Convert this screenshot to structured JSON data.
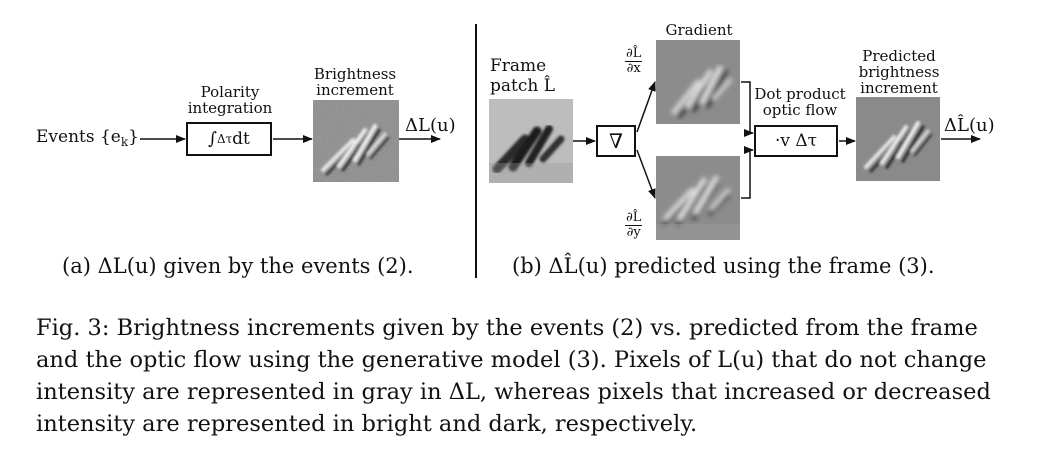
{
  "panel_a": {
    "input_label": "Events {e_k}",
    "input_label_prefix": "Events {e",
    "input_label_sub": "k",
    "input_label_suffix": "}",
    "block_title_line1": "Polarity",
    "block_title_line2": "integration",
    "block_expr_prefix": "∫",
    "block_expr_sub": "Δτ",
    "block_expr_suffix": " dt",
    "image_title_line1": "Brightness",
    "image_title_line2": "increment",
    "output_label": "ΔL(u)",
    "caption": "(a) ΔL(u) given by the events (2)."
  },
  "panel_b": {
    "input_title_line1": "Frame",
    "input_title_line2": "patch L̂",
    "gradient_op": "∇",
    "gradient_title": "Gradient",
    "dx_num": "∂L̂",
    "dx_den": "∂x",
    "dy_num": "∂L̂",
    "dy_den": "∂y",
    "dot_title_line1": "Dot product",
    "dot_title_line2": "optic flow",
    "dot_expr": "·v Δτ",
    "pred_title_line1": "Predicted",
    "pred_title_line2": "brightness",
    "pred_title_line3": "increment",
    "output_label": "ΔL̂(u)",
    "caption": "(b) ΔL̂(u) predicted using the frame (3)."
  },
  "figure_caption": "Fig. 3: Brightness increments given by the events (2) vs. predicted from the frame and the optic flow using the generative model (3). Pixels of L(u) that do not change intensity are represented in gray in ΔL, whereas pixels that increased or decreased intensity are represented in bright and dark, respectively."
}
